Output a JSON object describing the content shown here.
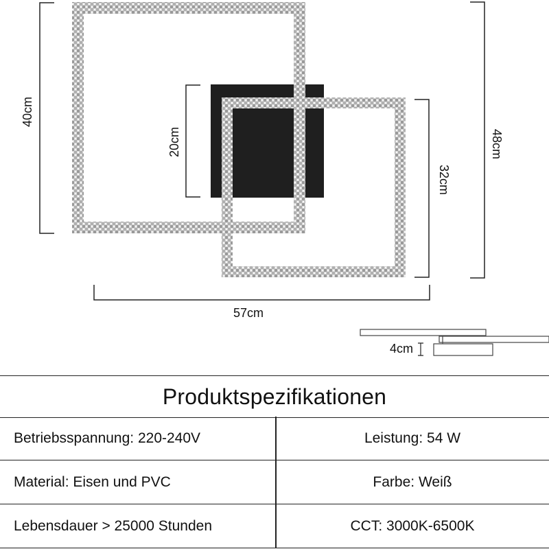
{
  "dimensions": {
    "outer_height": "40cm",
    "black_plate": "20cm",
    "inner_height": "32cm",
    "total_height": "48cm",
    "total_width": "57cm",
    "depth": "4cm"
  },
  "specs": {
    "title": "Produktspezifikationen",
    "rows": [
      {
        "left": "Betriebsspannung: 220-240V",
        "right": "Leistung: 54 W"
      },
      {
        "left": "Material: Eisen und PVC",
        "right": "Farbe: Weiß"
      },
      {
        "left": "Lebensdauer > 25000 Stunden",
        "right": "CCT: 3000K-6500K"
      }
    ]
  },
  "colors": {
    "frame_crystal": "#c9c9c9",
    "plate": "#1f1f1f",
    "line": "#222222"
  }
}
